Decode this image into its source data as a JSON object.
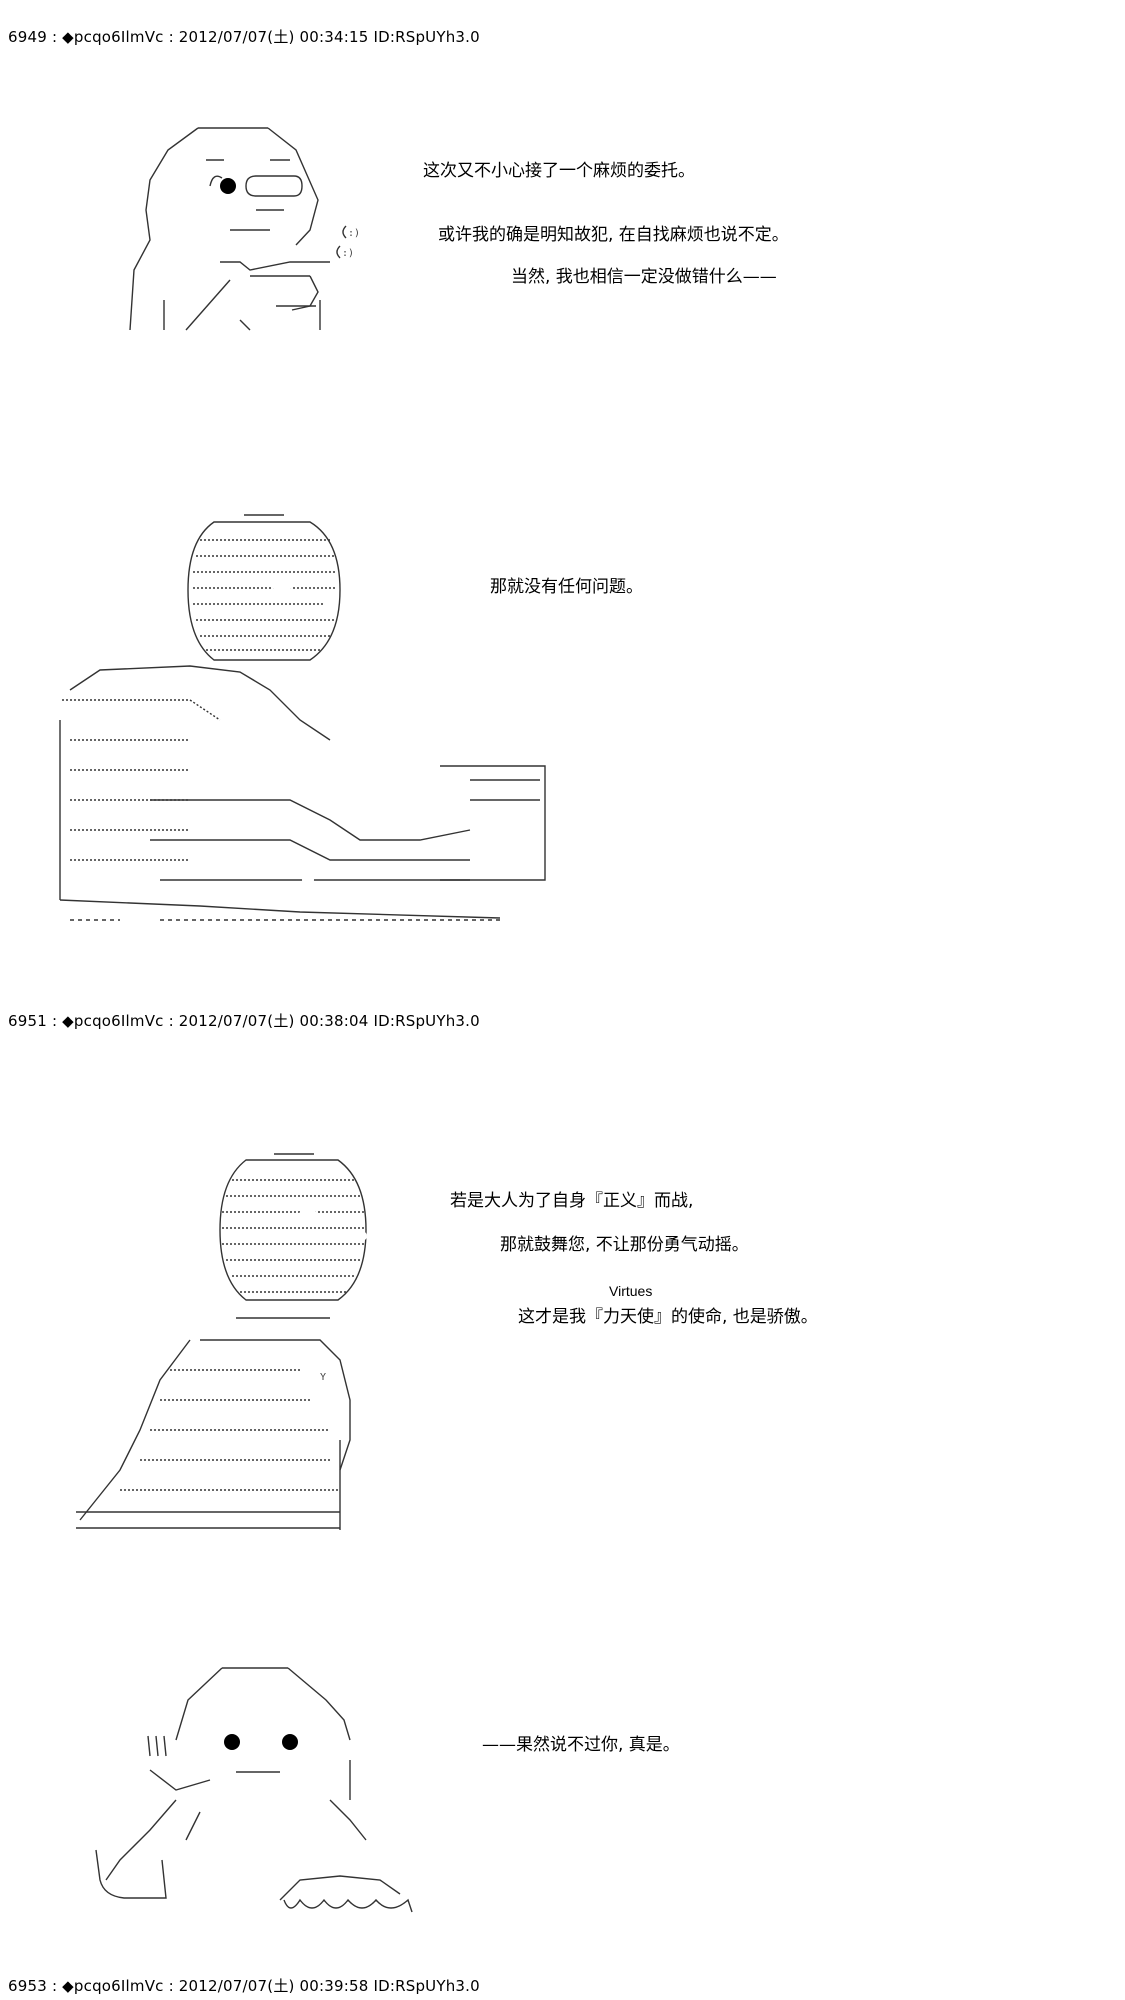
{
  "posts": [
    {
      "header": "6949 : ◆pcqo6IlmVc : 2012/07/07(土) 00:34:15 ID:RSpUYh3.0"
    },
    {
      "header": "6951 : ◆pcqo6IlmVc : 2012/07/07(土) 00:38:04 ID:RSpUYh3.0"
    },
    {
      "header": "6953 : ◆pcqo6IlmVc : 2012/07/07(土) 00:39:58 ID:RSpUYh3.0"
    }
  ],
  "dialogue": {
    "l1": "这次又不小心接了一个麻烦的委托。",
    "l2": "或许我的确是明知故犯, 在自找麻烦也说不定。",
    "l3": "当然, 我也相信一定没做错什么——",
    "l4": "那就没有任何问题。",
    "l5": "若是大人为了自身『正义』而战,",
    "l6": "那就鼓舞您, 不让那份勇气动摇。",
    "ruby": "Virtues",
    "l7": "这才是我『力天使』的使命, 也是骄傲。",
    "l8": "——果然说不过你, 真是。"
  }
}
